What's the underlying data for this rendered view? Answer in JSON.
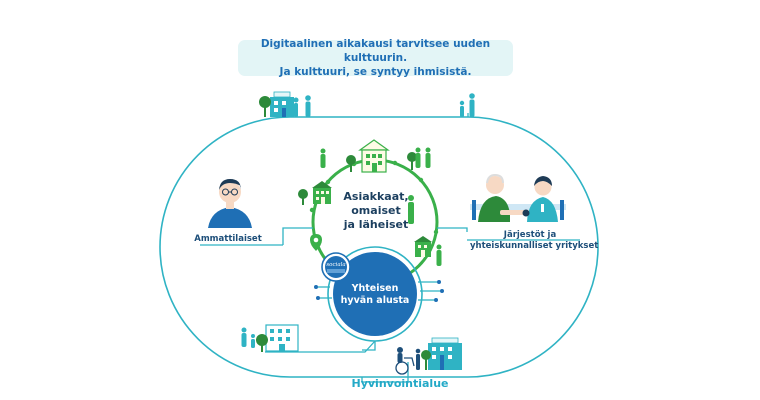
{
  "banner": {
    "line1": "Digitaalinen aikakausi tarvitsee uuden kulttuurin.",
    "line2": "Ja kulttuuri, se syntyy ihmisistä."
  },
  "nodes": {
    "customers": [
      "Asiakkaat,",
      "omaiset",
      "ja läheiset"
    ],
    "platform": [
      "Yhteisen",
      "hyvän alusta"
    ],
    "professionals": "Ammattilaiset",
    "organizations": [
      "Järjestöt ja",
      "yhteiskunnalliset yritykset"
    ],
    "region": "Hyvinvointialue",
    "logo_text": "sociala"
  },
  "colors": {
    "teal": "#2fb3c4",
    "green": "#3ab04a",
    "dark_green": "#2d8a3a",
    "blue": "#1f6fb5",
    "navy": "#1e4f7a"
  }
}
